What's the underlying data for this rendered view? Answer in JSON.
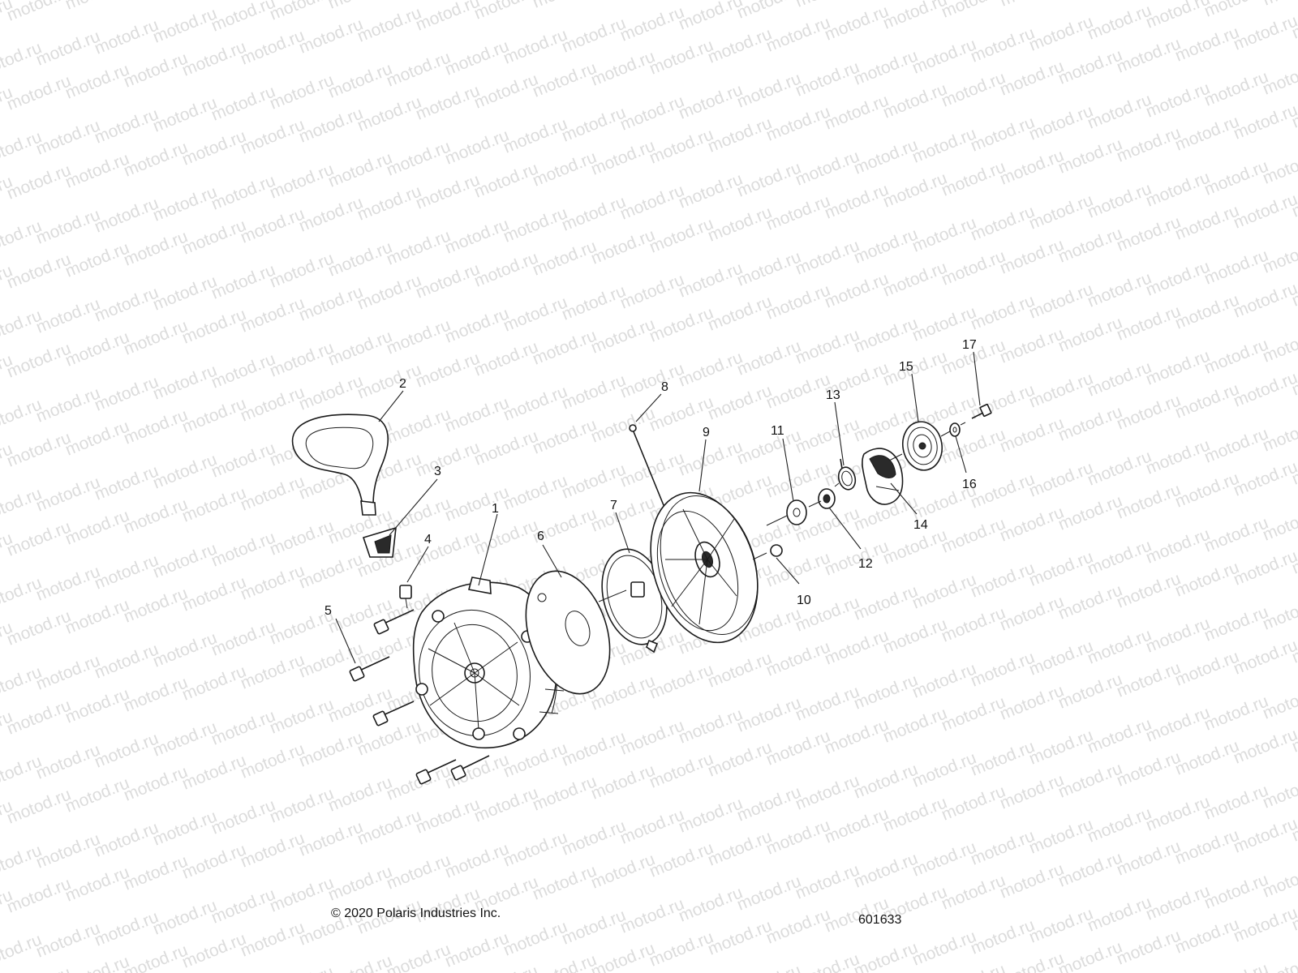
{
  "watermark": {
    "text": "motod.ru"
  },
  "callouts": [
    "1",
    "2",
    "3",
    "4",
    "5",
    "6",
    "7",
    "8",
    "9",
    "10",
    "11",
    "12",
    "13",
    "14",
    "15",
    "16",
    "17"
  ],
  "footer": {
    "copyright": "© 2020 Polaris Industries Inc.",
    "drawing_number": "601633"
  }
}
